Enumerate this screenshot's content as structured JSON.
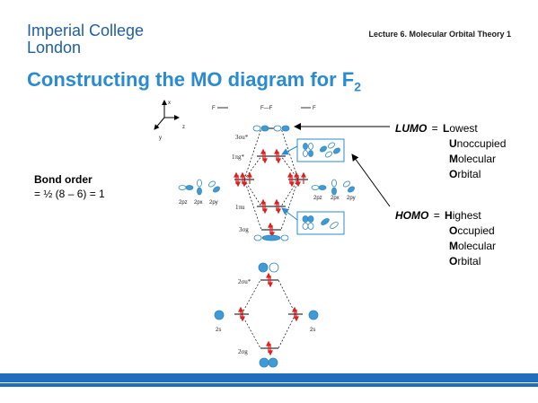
{
  "header": {
    "logo_line1": "Imperial College",
    "logo_line2": "London",
    "lecture": "Lecture 6. Molecular Orbital Theory 1"
  },
  "title": {
    "main": "Constructing the MO diagram for F",
    "subscript": "2"
  },
  "bond_order": {
    "label": "Bond order",
    "formula": "= ½ (8 – 6) = 1"
  },
  "lumo": {
    "key": "LUMO",
    "equals": "=",
    "words": [
      {
        "initial": "L",
        "rest": "owest"
      },
      {
        "initial": "U",
        "rest": "noccupied"
      },
      {
        "initial": "M",
        "rest": "olecular"
      },
      {
        "initial": "O",
        "rest": "rbital"
      }
    ]
  },
  "homo": {
    "key": "HOMO",
    "equals": "=",
    "words": [
      {
        "initial": "H",
        "rest": "ighest"
      },
      {
        "initial": "O",
        "rest": "ccupied"
      },
      {
        "initial": "M",
        "rest": "olecular"
      },
      {
        "initial": "O",
        "rest": "rbital"
      }
    ]
  },
  "diagram": {
    "axes": {
      "x": "x",
      "y": "y",
      "z": "z"
    },
    "molecule_labels": {
      "left_atom": "F",
      "molecule": "F—F",
      "right_atom": "F"
    },
    "mo_labels": {
      "sigma_star_2p": "3σu*",
      "pi_star": "1πg*",
      "pi": "1πu",
      "sigma_2p": "3σg",
      "sigma_star_2s": "2σu*",
      "sigma_2s": "2σg"
    },
    "atomic_p_labels_left": [
      "2pz",
      "2px",
      "2py"
    ],
    "atomic_p_labels_right": [
      "2pz",
      "2px",
      "2py"
    ],
    "atomic_s_label_left": "2s",
    "atomic_s_label_right": "2s",
    "colors": {
      "orbital": "#3f9bd3",
      "electron": "#e02020",
      "accent": "#2a8bd0"
    }
  },
  "footer": {
    "band_color": "#1f6fbd"
  }
}
